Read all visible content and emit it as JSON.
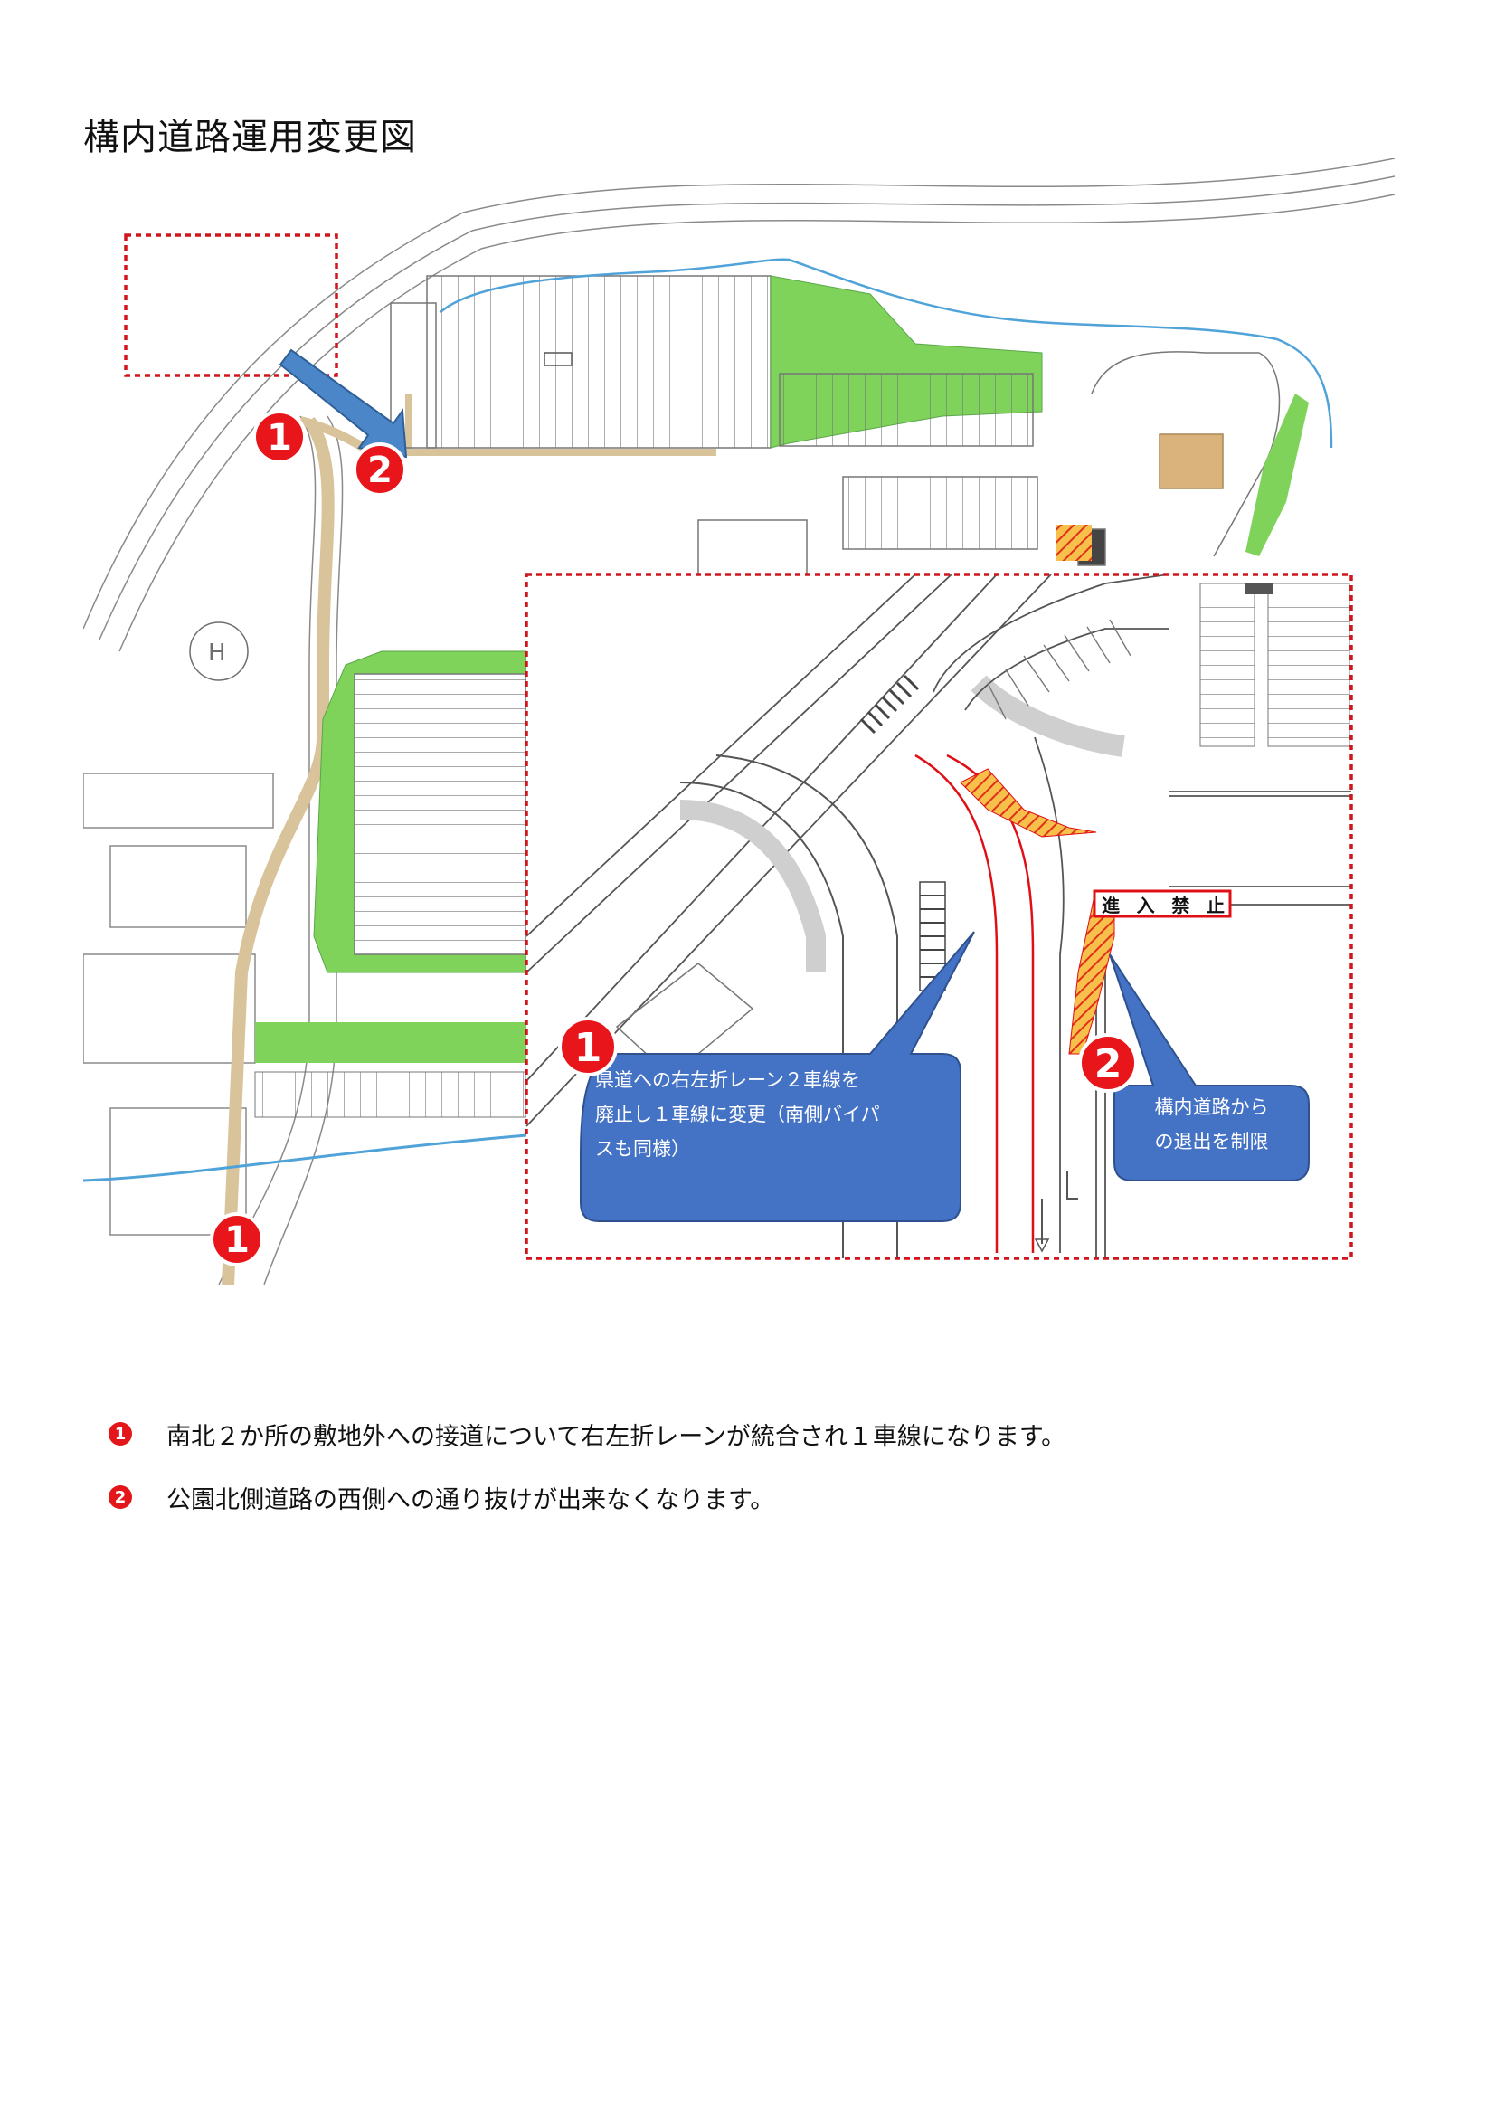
{
  "title": "構内道路運用変更図",
  "map": {
    "markers": {
      "one": "1",
      "two": "2"
    },
    "callouts": {
      "one_lines": [
        "県道への右左折レーン２車線を",
        "廃止し１車線に変更（南側バイパ",
        "スも同様）"
      ],
      "two_lines": [
        "構内道路から",
        "の退出を制限"
      ]
    },
    "no_entry_sign": [
      "進",
      "入",
      "禁",
      "止"
    ],
    "colors": {
      "dashed_frame": "#d0161c",
      "callout_fill": "#4472c4",
      "arrow_fill": "#4a86c8",
      "marker_red": "#e8161b",
      "green_area": "#7fd35a",
      "road_beige": "#d8c39a",
      "hatch_orange": "#f2a619",
      "lane_red": "#e00f16"
    },
    "icons": [
      "helipad-icon",
      "down-arrow-icon"
    ]
  },
  "notes": [
    {
      "bullet": "1",
      "text": "南北２か所の敷地外への接道について右左折レーンが統合され１車線になります。"
    },
    {
      "bullet": "2",
      "text": "公園北側道路の西側への通り抜けが出来なくなります。"
    }
  ]
}
